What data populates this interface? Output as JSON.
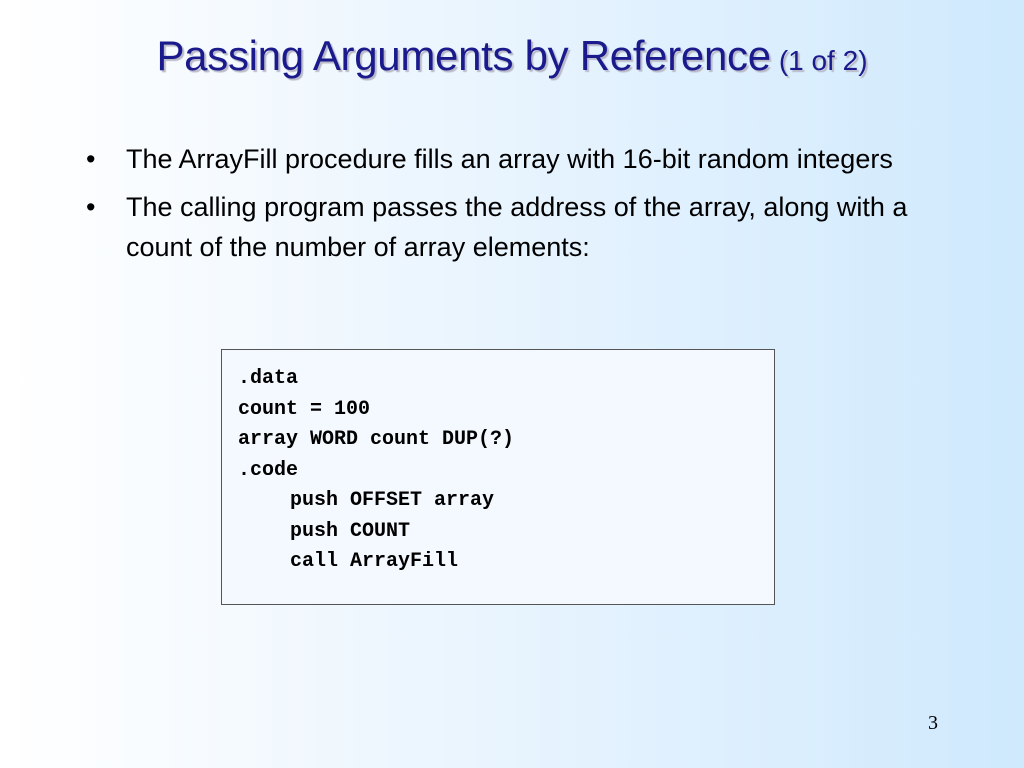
{
  "slide": {
    "title": "Passing Arguments by Reference",
    "title_suffix": "(1 of 2)",
    "bullets": [
      "The ArrayFill procedure fills an array with 16-bit random integers",
      "The calling program passes the address of the array, along with a count of the number of array elements:"
    ],
    "bullet_marker": "•",
    "code": [
      {
        "text": ".data",
        "indent": false
      },
      {
        "text": "count = 100",
        "indent": false
      },
      {
        "text": "array WORD count DUP(?)",
        "indent": false
      },
      {
        "text": ".code",
        "indent": false
      },
      {
        "text": "push OFFSET array",
        "indent": true
      },
      {
        "text": "push COUNT",
        "indent": true
      },
      {
        "text": "call ArrayFill",
        "indent": true
      }
    ],
    "page_number": "3"
  },
  "colors": {
    "title": "#1a1a8c",
    "background_left": "#ffffff",
    "background_right": "#cfe9fd",
    "code_border": "#555555"
  }
}
